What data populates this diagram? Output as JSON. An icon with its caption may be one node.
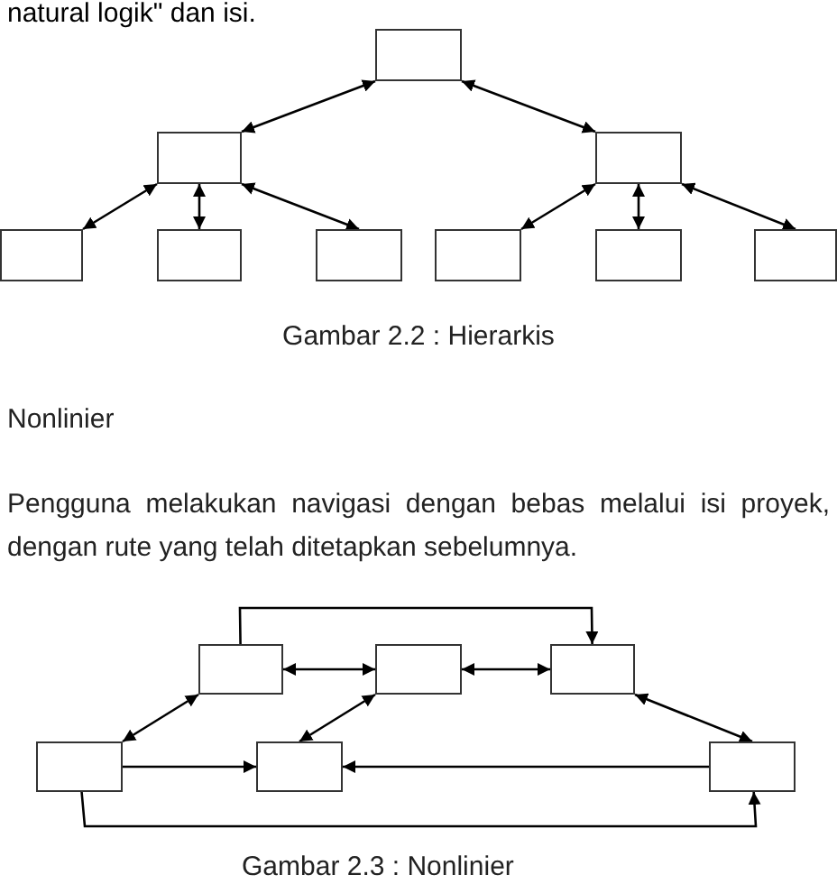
{
  "diagram": {
    "nodes": [
      {
        "text": [],
        "shape": "box"
      },
      {
        "text": [],
        "shape": "box"
      },
      {
        "text": [],
        "shape": "box"
      },
      {
        "text": [],
        "shape": "box"
      },
      {
        "text": [],
        "shape": "box"
      },
      {
        "text": [],
        "shape": "box"
      },
      {
        "text": [],
        "shape": "box"
      },
      {
        "text": [],
        "shape": "box"
      },
      {
        "text": [],
        "shape": "box"
      },
      {
        "text": [],
        "shape": "box"
      },
      {
        "text": [],
        "shape": "box"
      },
      {
        "text": [],
        "shape": "box"
      },
      {
        "text": [],
        "shape": "box"
      },
      {
        "text": [],
        "shape": "box"
      },
      {
        "text": [],
        "shape": "box"
      }
    ],
    "edges": [
      {
        "from": 0,
        "to": 1,
        "arrow": "both"
      },
      {
        "from": 0,
        "to": 2,
        "arrow": "both"
      },
      {
        "from": 1,
        "to": 3,
        "arrow": "both"
      },
      {
        "from": 1,
        "to": 4,
        "arrow": "both"
      },
      {
        "from": 1,
        "to": 5,
        "arrow": "both"
      },
      {
        "from": 2,
        "to": 6,
        "arrow": "both"
      },
      {
        "from": 2,
        "to": 7,
        "arrow": "both"
      },
      {
        "from": 2,
        "to": 8,
        "arrow": "both"
      },
      {
        "from": 9,
        "to": 10,
        "arrow": "both"
      },
      {
        "from": 10,
        "to": 11,
        "arrow": "both"
      },
      {
        "from": 9,
        "to": 11,
        "arrow": "to"
      },
      {
        "from": 9,
        "to": 12,
        "arrow": "both"
      },
      {
        "from": 10,
        "to": 13,
        "arrow": "both"
      },
      {
        "from": 11,
        "to": 14,
        "arrow": "both"
      },
      {
        "from": 12,
        "to": 13,
        "arrow": "to"
      },
      {
        "from": 14,
        "to": 13,
        "arrow": "to"
      },
      {
        "from": 12,
        "to": 14,
        "arrow": "to"
      }
    ],
    "labels": [
      "natural logik\" dan isi.",
      "Gambar 2.2 : Hierarkis",
      "Nonlinier",
      "Pengguna melakukan navigasi dengan bebas melalui isi proyek, dengan rute yang telah ditetapkan sebelumnya.",
      "Gambar 2.3 : Nonlinier"
    ]
  }
}
